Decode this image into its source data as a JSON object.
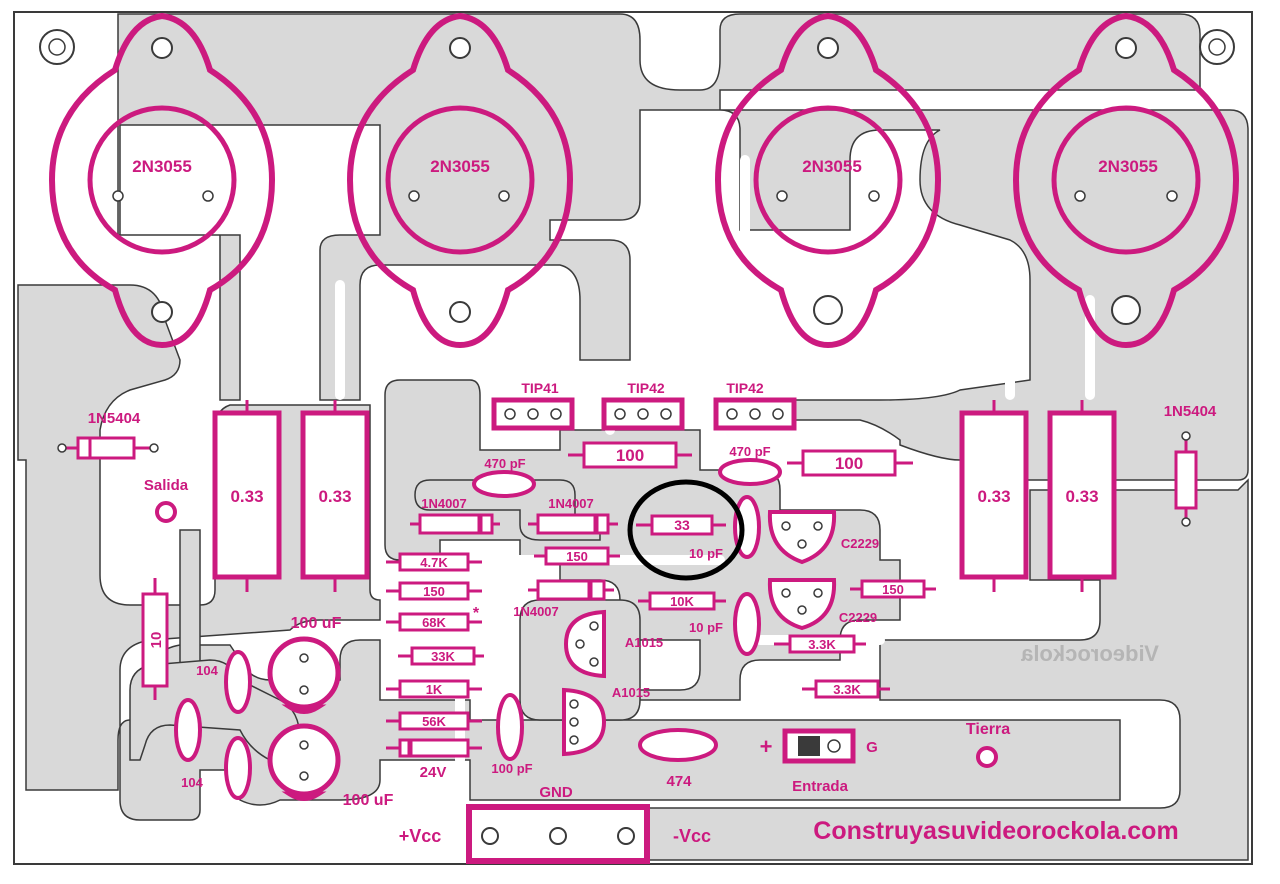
{
  "colors": {
    "copper": "#d9d9d9",
    "trace_outline": "#3a3a3a",
    "silkscreen": "#cc1a7f",
    "board_bg": "#ffffff",
    "highlight": "#000000",
    "watermark": "#b5b5b5"
  },
  "transistors": {
    "t1": "2N3055",
    "t2": "2N3055",
    "t3": "2N3055",
    "t4": "2N3055"
  },
  "drivers": {
    "tip41": "TIP41",
    "tip42a": "TIP42",
    "tip42b": "TIP42"
  },
  "diodes": {
    "left_rect": "1N5404",
    "right_rect": "1N5404",
    "d1": "1N4007",
    "d2": "1N4007",
    "d3": "1N4007",
    "zener": "24V"
  },
  "resistors": {
    "r033_1": "0.33",
    "r033_2": "0.33",
    "r033_3": "0.33",
    "r033_4": "0.33",
    "r100a": "100",
    "r100b": "100",
    "r33": "33",
    "r47k": "4.7K",
    "r150a": "150",
    "r150b": "150",
    "r150c": "150",
    "r68k": "68K",
    "r33k": "33K",
    "r1k": "1K",
    "r56k": "56K",
    "r10k": "10K",
    "r33ka": "3.3K",
    "r33kb": "3.3K",
    "r10": "10"
  },
  "capacitors": {
    "c470a": "470 pF",
    "c470b": "470 pF",
    "c10a": "10 pF",
    "c10b": "10 pF",
    "c100uf_a": "100 uF",
    "c100uf_b": "100 uF",
    "c104a": "104",
    "c104b": "104",
    "c100pf": "100 pF",
    "c474": "474"
  },
  "small_transistors": {
    "c2229a": "C2229",
    "c2229b": "C2229",
    "a1015a": "A1015",
    "a1015b": "A1015"
  },
  "connectors": {
    "salida": "Salida",
    "tierra": "Tierra",
    "entrada": "Entrada",
    "plus": "+",
    "g": "G",
    "gnd": "GND",
    "vcc_pos": "+Vcc",
    "vcc_neg": "-Vcc",
    "asterisk": "*"
  },
  "watermarks": {
    "mirrored": "Videorockola",
    "site": "Construyasuvideorockola.com"
  }
}
